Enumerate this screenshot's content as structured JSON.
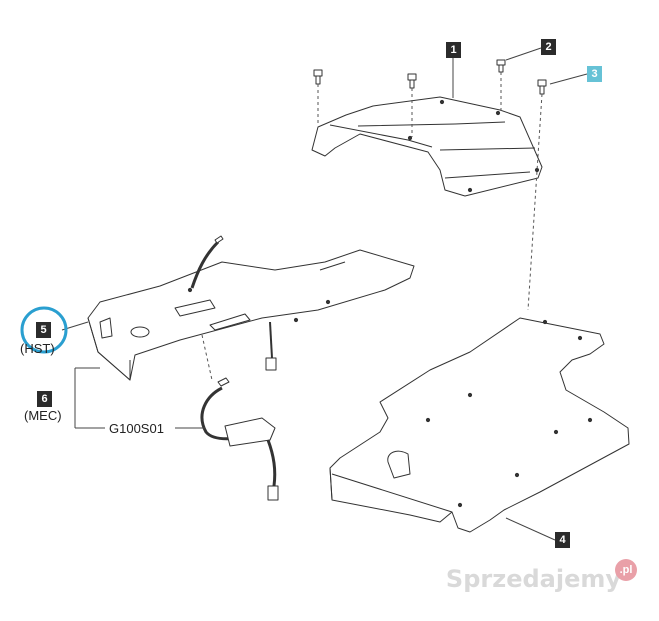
{
  "diagram": {
    "callouts": [
      {
        "id": "1",
        "label": "1",
        "highlight": false
      },
      {
        "id": "2",
        "label": "2",
        "highlight": false
      },
      {
        "id": "3",
        "label": "3",
        "highlight": true
      },
      {
        "id": "4",
        "label": "4",
        "highlight": false
      },
      {
        "id": "5",
        "label": "5",
        "highlight": false
      },
      {
        "id": "6",
        "label": "6",
        "highlight": false
      }
    ],
    "variant_labels": {
      "hst": "(HST)",
      "mec": "(MEC)"
    },
    "connector_label": "G100S01",
    "highlight_color": "#2a9fd0"
  },
  "watermark": {
    "brand": "Sprzedajemy",
    "badge": ".pl"
  }
}
